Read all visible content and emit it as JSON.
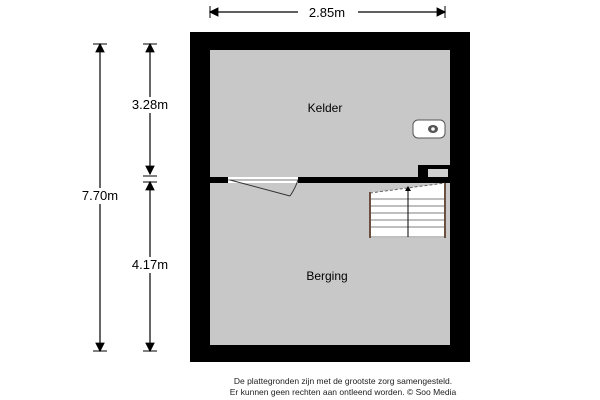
{
  "dimensions": {
    "width": "2.85m",
    "total_height": "7.70m",
    "kelder_height": "3.28m",
    "berging_height": "4.17m"
  },
  "rooms": {
    "kelder": "Kelder",
    "berging": "Berging"
  },
  "disclaimer": {
    "line1": "De plattegronden zijn met de grootste zorg samengesteld.",
    "line2": "Er kunnen geen rechten aan ontleend worden. © Soo Media"
  }
}
